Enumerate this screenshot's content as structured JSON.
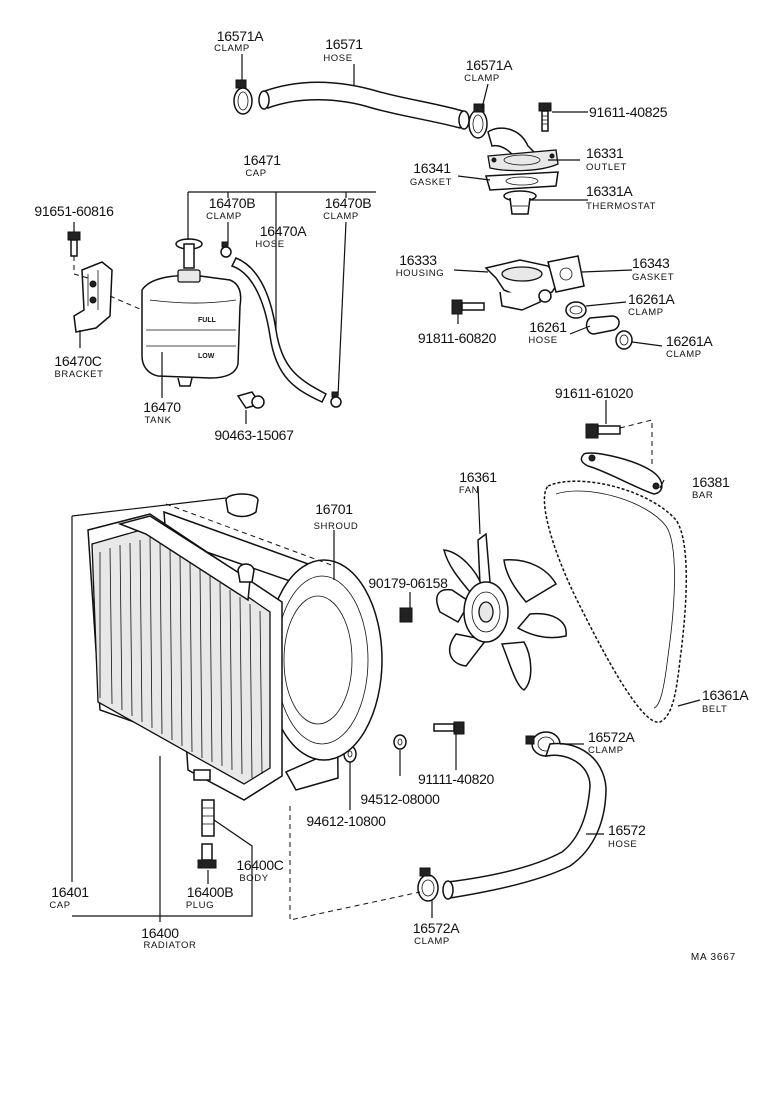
{
  "parts": {
    "p16571a_top": {
      "number": "16571A",
      "name": "CLAMP"
    },
    "p16571": {
      "number": "16571",
      "name": "HOSE"
    },
    "p16571a_right": {
      "number": "16571A",
      "name": "CLAMP"
    },
    "p91611_40825": {
      "number": "91611-40825"
    },
    "p16331": {
      "number": "16331",
      "name": "OUTLET"
    },
    "p16341": {
      "number": "16341",
      "name": "GASKET"
    },
    "p16331a": {
      "number": "16331A",
      "name": "THERMOSTAT"
    },
    "p16471": {
      "number": "16471",
      "name": "CAP"
    },
    "p16470b_left": {
      "number": "16470B",
      "name": "CLAMP"
    },
    "p16470b_right": {
      "number": "16470B",
      "name": "CLAMP"
    },
    "p16470a": {
      "number": "16470A",
      "name": "HOSE"
    },
    "p91651": {
      "number": "91651-60816"
    },
    "p16333": {
      "number": "16333",
      "name": "HOUSING"
    },
    "p16343": {
      "number": "16343",
      "name": "GASKET"
    },
    "p16261a_top": {
      "number": "16261A",
      "name": "CLAMP"
    },
    "p91811": {
      "number": "91811-60820"
    },
    "p16261": {
      "number": "16261",
      "name": "HOSE"
    },
    "p16261a_bot": {
      "number": "16261A",
      "name": "CLAMP"
    },
    "p16470c": {
      "number": "16470C",
      "name": "BRACKET"
    },
    "p16470": {
      "number": "16470",
      "name": "TANK"
    },
    "p90463": {
      "number": "90463-15067"
    },
    "p91611_61020": {
      "number": "91611-61020"
    },
    "p16361": {
      "number": "16361",
      "name": "FAN"
    },
    "p16381": {
      "number": "16381",
      "name": "BAR"
    },
    "p16701": {
      "number": "16701",
      "name": "SHROUD"
    },
    "p90179": {
      "number": "90179-06158"
    },
    "p16361a": {
      "number": "16361A",
      "name": "BELT"
    },
    "p16572a_top": {
      "number": "16572A",
      "name": "CLAMP"
    },
    "p91111": {
      "number": "91111-40820"
    },
    "p94512": {
      "number": "94512-08000"
    },
    "p94612": {
      "number": "94612-10800"
    },
    "p16572": {
      "number": "16572",
      "name": "HOSE"
    },
    "p16400c": {
      "number": "16400C",
      "name": "BODY"
    },
    "p16401": {
      "number": "16401",
      "name": "CAP"
    },
    "p16400b": {
      "number": "16400B",
      "name": "PLUG"
    },
    "p16400": {
      "number": "16400",
      "name": "RADIATOR"
    },
    "p16572a_bot": {
      "number": "16572A",
      "name": "CLAMP"
    }
  },
  "tank_markings": {
    "full": "FULL",
    "low": "LOW"
  },
  "drawing_code": "MA 3667"
}
